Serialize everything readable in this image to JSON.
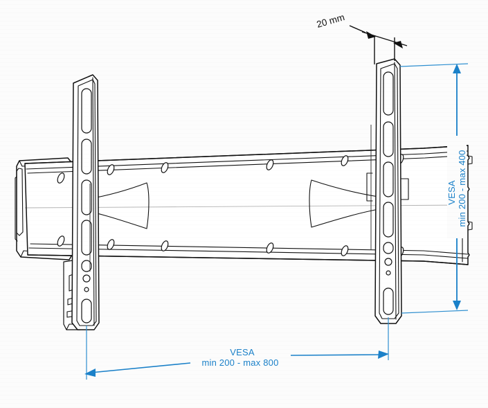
{
  "drawing": {
    "title": "TV wall mount bracket technical drawing",
    "background_color": "#fcfcfc",
    "line_color": "#111111",
    "dimension_color": "#1b81c9"
  },
  "annotations": {
    "depth": {
      "label": "20 mm",
      "color": "#111111",
      "orientation": "rotated",
      "name": "depth-callout"
    },
    "vesa_vertical": {
      "line1": "VESA",
      "line2": "min 200 - max 400",
      "color": "#1b81c9",
      "orientation": "vertical",
      "name": "vesa-vertical-dimension"
    },
    "vesa_horizontal": {
      "line1": "VESA",
      "line2": "min 200 - max 800",
      "color": "#1b81c9",
      "orientation": "horizontal",
      "name": "vesa-horizontal-dimension"
    }
  },
  "parts": {
    "wall_plate": "horizontal wall plate",
    "left_bracket": "left vertical tv arm",
    "right_bracket": "right vertical tv arm",
    "slot_count_per_bracket": 6,
    "small_hole_count_per_bracket": 2
  }
}
